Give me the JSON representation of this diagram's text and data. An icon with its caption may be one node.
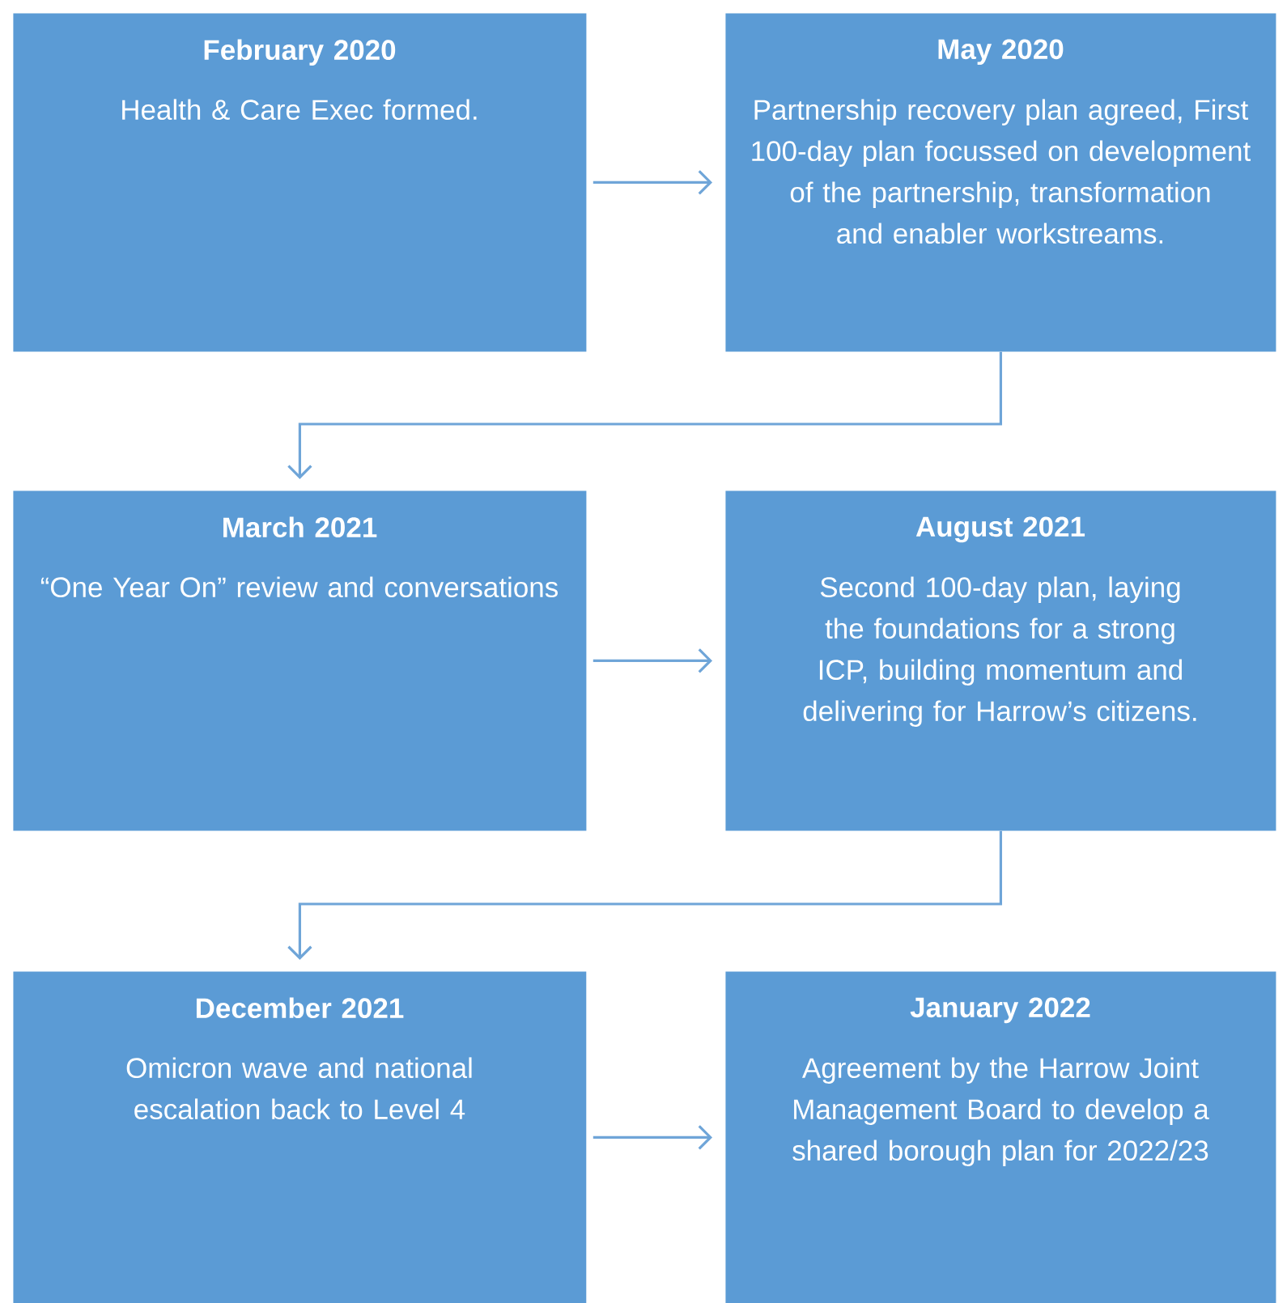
{
  "diagram": {
    "nodes": [
      {
        "text": [
          "February 2020",
          "Health & Care Exec formed."
        ]
      },
      {
        "text": [
          "May 2020",
          "Partnership recovery plan agreed, First 100-day plan focussed on development of the partnership, transformation and enabler workstreams."
        ]
      },
      {
        "text": [
          "March 2021",
          "“One Year On” review and conversations"
        ]
      },
      {
        "text": [
          "August 2021",
          "Second 100-day plan, laying the foundations for a strong ICP, building momentum and delivering for Harrow’s citizens."
        ]
      },
      {
        "text": [
          "December 2021",
          "Omicron wave and national escalation back to Level 4"
        ]
      },
      {
        "text": [
          "January 2022",
          "Agreement by the Harrow Joint Management Board to develop a shared borough plan for 2022/23"
        ]
      }
    ],
    "edges": [
      {
        "from": 0,
        "to": 1,
        "arrow": "to"
      },
      {
        "from": 1,
        "to": 2,
        "arrow": "to"
      },
      {
        "from": 2,
        "to": 3,
        "arrow": "to"
      },
      {
        "from": 3,
        "to": 4,
        "arrow": "to"
      },
      {
        "from": 4,
        "to": 5,
        "arrow": "to"
      }
    ]
  }
}
